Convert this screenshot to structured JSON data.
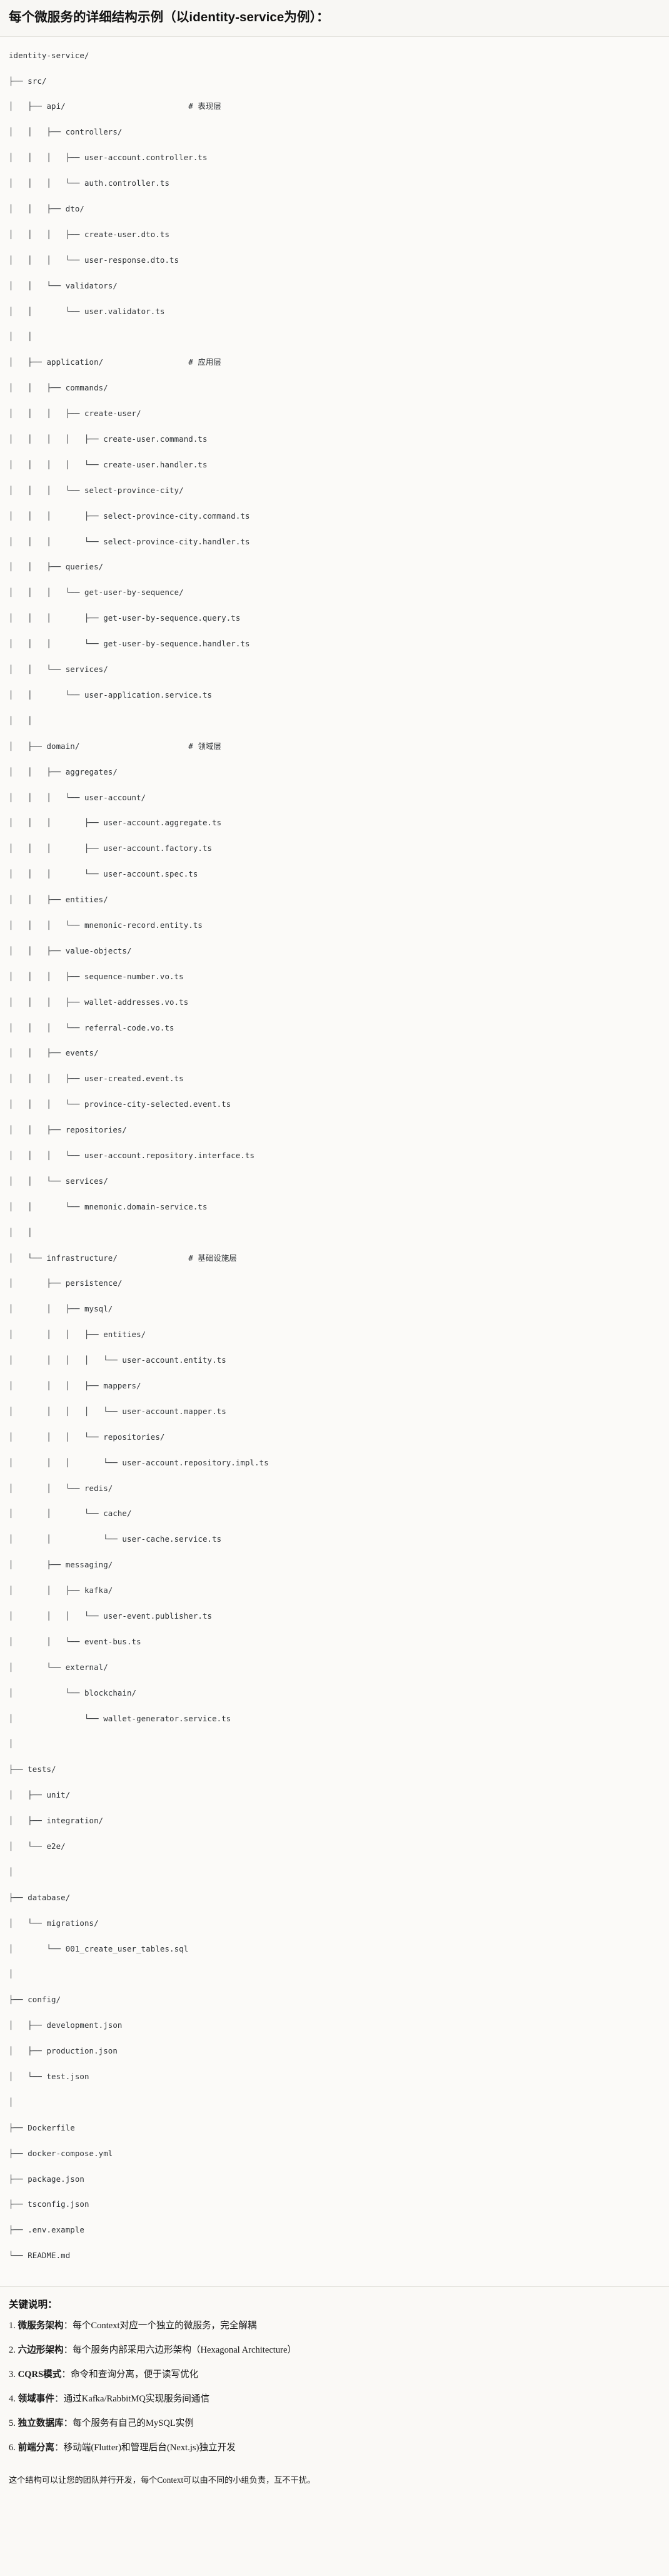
{
  "header": {
    "title": "每个微服务的详细结构示例（以identity-service为例）："
  },
  "tree": {
    "root": "identity-service/",
    "lines": [
      "identity-service/",
      "├── src/",
      "│   ├── api/                          # 表现层",
      "│   │   ├── controllers/",
      "│   │   │   ├── user-account.controller.ts",
      "│   │   │   └── auth.controller.ts",
      "│   │   ├── dto/",
      "│   │   │   ├── create-user.dto.ts",
      "│   │   │   └── user-response.dto.ts",
      "│   │   └── validators/",
      "│   │       └── user.validator.ts",
      "│   │",
      "│   ├── application/                  # 应用层",
      "│   │   ├── commands/",
      "│   │   │   ├── create-user/",
      "│   │   │   │   ├── create-user.command.ts",
      "│   │   │   │   └── create-user.handler.ts",
      "│   │   │   └── select-province-city/",
      "│   │   │       ├── select-province-city.command.ts",
      "│   │   │       └── select-province-city.handler.ts",
      "│   │   ├── queries/",
      "│   │   │   └── get-user-by-sequence/",
      "│   │   │       ├── get-user-by-sequence.query.ts",
      "│   │   │       └── get-user-by-sequence.handler.ts",
      "│   │   └── services/",
      "│   │       └── user-application.service.ts",
      "│   │",
      "│   ├── domain/                       # 领域层",
      "│   │   ├── aggregates/",
      "│   │   │   └── user-account/",
      "│   │   │       ├── user-account.aggregate.ts",
      "│   │   │       ├── user-account.factory.ts",
      "│   │   │       └── user-account.spec.ts",
      "│   │   ├── entities/",
      "│   │   │   └── mnemonic-record.entity.ts",
      "│   │   ├── value-objects/",
      "│   │   │   ├── sequence-number.vo.ts",
      "│   │   │   ├── wallet-addresses.vo.ts",
      "│   │   │   └── referral-code.vo.ts",
      "│   │   ├── events/",
      "│   │   │   ├── user-created.event.ts",
      "│   │   │   └── province-city-selected.event.ts",
      "│   │   ├── repositories/",
      "│   │   │   └── user-account.repository.interface.ts",
      "│   │   └── services/",
      "│   │       └── mnemonic.domain-service.ts",
      "│   │",
      "│   └── infrastructure/               # 基础设施层",
      "│       ├── persistence/",
      "│       │   ├── mysql/",
      "│       │   │   ├── entities/",
      "│       │   │   │   └── user-account.entity.ts",
      "│       │   │   ├── mappers/",
      "│       │   │   │   └── user-account.mapper.ts",
      "│       │   │   └── repositories/",
      "│       │   │       └── user-account.repository.impl.ts",
      "│       │   └── redis/",
      "│       │       └── cache/",
      "│       │           └── user-cache.service.ts",
      "│       ├── messaging/",
      "│       │   ├── kafka/",
      "│       │   │   └── user-event.publisher.ts",
      "│       │   └── event-bus.ts",
      "│       └── external/",
      "│           └── blockchain/",
      "│               └── wallet-generator.service.ts",
      "│",
      "├── tests/",
      "│   ├── unit/",
      "│   ├── integration/",
      "│   └── e2e/",
      "│",
      "├── database/",
      "│   └── migrations/",
      "│       └── 001_create_user_tables.sql",
      "│",
      "├── config/",
      "│   ├── development.json",
      "│   ├── production.json",
      "│   └── test.json",
      "│",
      "├── Dockerfile",
      "├── docker-compose.yml",
      "├── package.json",
      "├── tsconfig.json",
      "├── .env.example",
      "└── README.md"
    ]
  },
  "notes": {
    "title": "关键说明：",
    "items": [
      {
        "num": "1.",
        "name": "微服务架构",
        "sep": "：",
        "text": "每个Context对应一个独立的微服务，完全解耦"
      },
      {
        "num": "2.",
        "name": "六边形架构",
        "sep": "：",
        "text": "每个服务内部采用六边形架构（Hexagonal Architecture）"
      },
      {
        "num": "3.",
        "name": "CQRS模式",
        "sep": "：",
        "text": "命令和查询分离，便于读写优化"
      },
      {
        "num": "4.",
        "name": "领域事件",
        "sep": "：",
        "text": "通过Kafka/RabbitMQ实现服务间通信"
      },
      {
        "num": "5.",
        "name": "独立数据库",
        "sep": "：",
        "text": "每个服务有自己的MySQL实例"
      },
      {
        "num": "6.",
        "name": "前端分离",
        "sep": "：",
        "text": "移动端(Flutter)和管理后台(Next.js)独立开发"
      }
    ]
  },
  "footer": {
    "text": "这个结构可以让您的团队并行开发，每个Context可以由不同的小组负责，互不干扰。"
  },
  "colors": {
    "page_background": "#faf9f6",
    "header_background": "#f8f7f4",
    "code_background": "#fbfaf8",
    "text": "#1a1a1a",
    "code_text": "#2f3337",
    "divider": "#e3e1dc"
  }
}
